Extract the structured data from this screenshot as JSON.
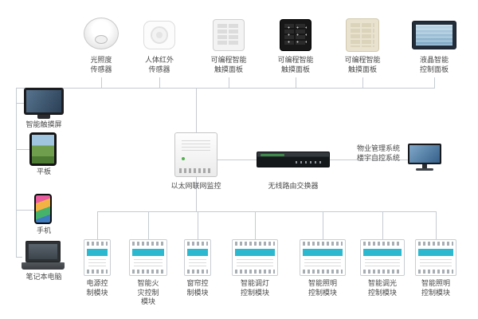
{
  "diagram": {
    "colors": {
      "connector_line": "#c4cbd2",
      "module_band": "#2cb9cf"
    },
    "top_devices": [
      {
        "label": "光照度\n传感器"
      },
      {
        "label": "人体红外\n传感器"
      },
      {
        "label": "可编程智能\n触摸面板"
      },
      {
        "label": "可编程智能\n触摸面板"
      },
      {
        "label": "可编程智能\n触摸面板"
      },
      {
        "label": "液晶智能\n控制面板"
      }
    ],
    "left_devices": [
      {
        "label": "智能触摸屏"
      },
      {
        "label": "平板"
      },
      {
        "label": "手机"
      },
      {
        "label": "笔记本电脑"
      }
    ],
    "center": {
      "gateway_label": "以太网联网监控",
      "router_label": "无线路由交换器",
      "pms_label": "物业管理系统\n楼宇自控系统"
    },
    "bottom_devices": [
      {
        "label": "电源控\n制模块"
      },
      {
        "label": "智能火\n灾控制\n模块"
      },
      {
        "label": "窗帘控\n制模块"
      },
      {
        "label": "智能调灯\n控制模块"
      },
      {
        "label": "智能照明\n控制模块"
      },
      {
        "label": "智能调光\n控制模块"
      },
      {
        "label": "智能照明\n控制模块"
      }
    ]
  }
}
